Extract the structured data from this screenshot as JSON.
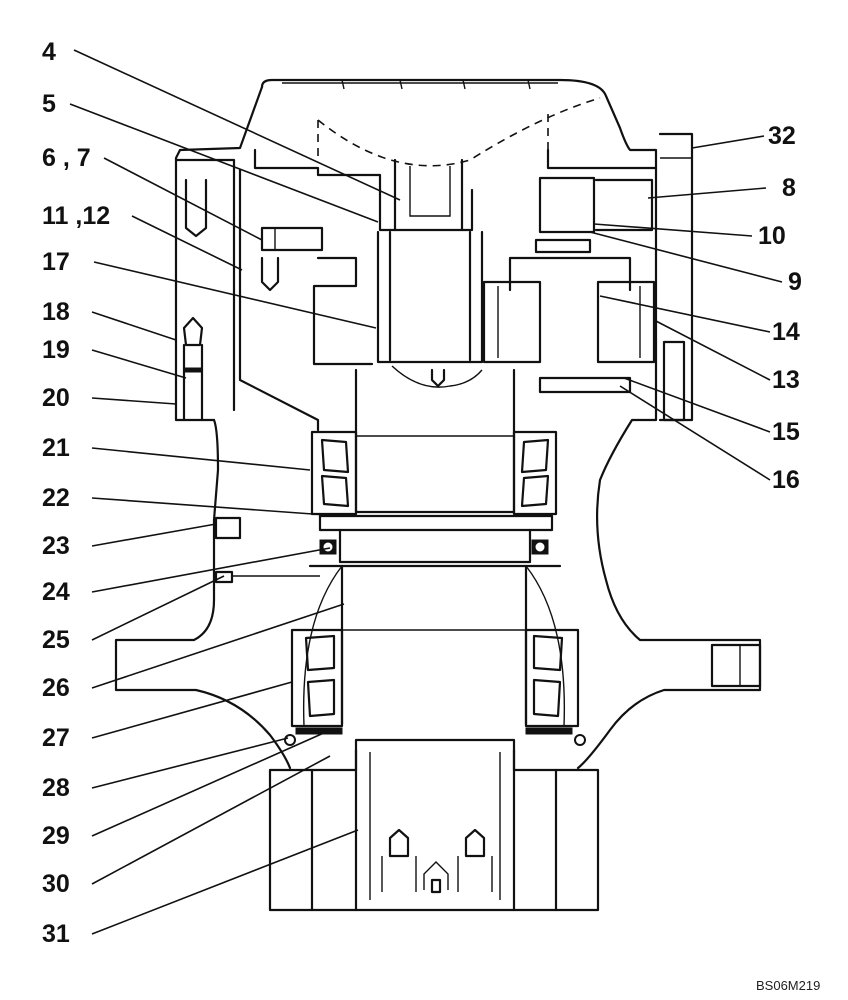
{
  "drawing_code": "BS06M219",
  "labels": [
    {
      "id": "l4",
      "text": "4"
    },
    {
      "id": "l5",
      "text": "5"
    },
    {
      "id": "l67",
      "text": "6 , 7"
    },
    {
      "id": "l1112",
      "text": "11 ,12"
    },
    {
      "id": "l17",
      "text": "17"
    },
    {
      "id": "l18",
      "text": "18"
    },
    {
      "id": "l19",
      "text": "19"
    },
    {
      "id": "l20",
      "text": "20"
    },
    {
      "id": "l21",
      "text": "21"
    },
    {
      "id": "l22",
      "text": "22"
    },
    {
      "id": "l23",
      "text": "23"
    },
    {
      "id": "l24",
      "text": "24"
    },
    {
      "id": "l25",
      "text": "25"
    },
    {
      "id": "l26",
      "text": "26"
    },
    {
      "id": "l27",
      "text": "27"
    },
    {
      "id": "l28",
      "text": "28"
    },
    {
      "id": "l29",
      "text": "29"
    },
    {
      "id": "l30",
      "text": "30"
    },
    {
      "id": "l31",
      "text": "31"
    },
    {
      "id": "l32",
      "text": "32"
    },
    {
      "id": "l8",
      "text": "8"
    },
    {
      "id": "l10",
      "text": "10"
    },
    {
      "id": "l9",
      "text": "9"
    },
    {
      "id": "l14",
      "text": "14"
    },
    {
      "id": "l13",
      "text": "13"
    },
    {
      "id": "l15",
      "text": "15"
    },
    {
      "id": "l16",
      "text": "16"
    }
  ]
}
